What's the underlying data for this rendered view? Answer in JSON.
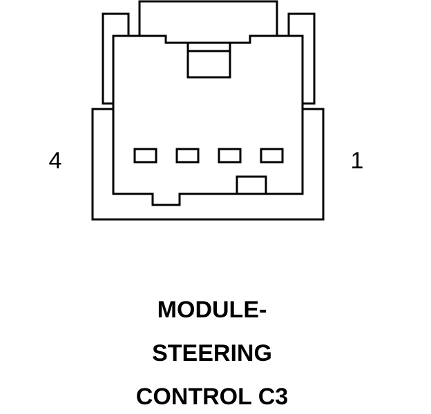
{
  "connector": {
    "pin_left_label": "4",
    "pin_right_label": "1",
    "cavity_count": 4
  },
  "caption": {
    "line1": "MODULE-",
    "line2": "STEERING",
    "line3": "CONTROL C3"
  },
  "colors": {
    "stroke": "#000000",
    "background": "#ffffff"
  }
}
